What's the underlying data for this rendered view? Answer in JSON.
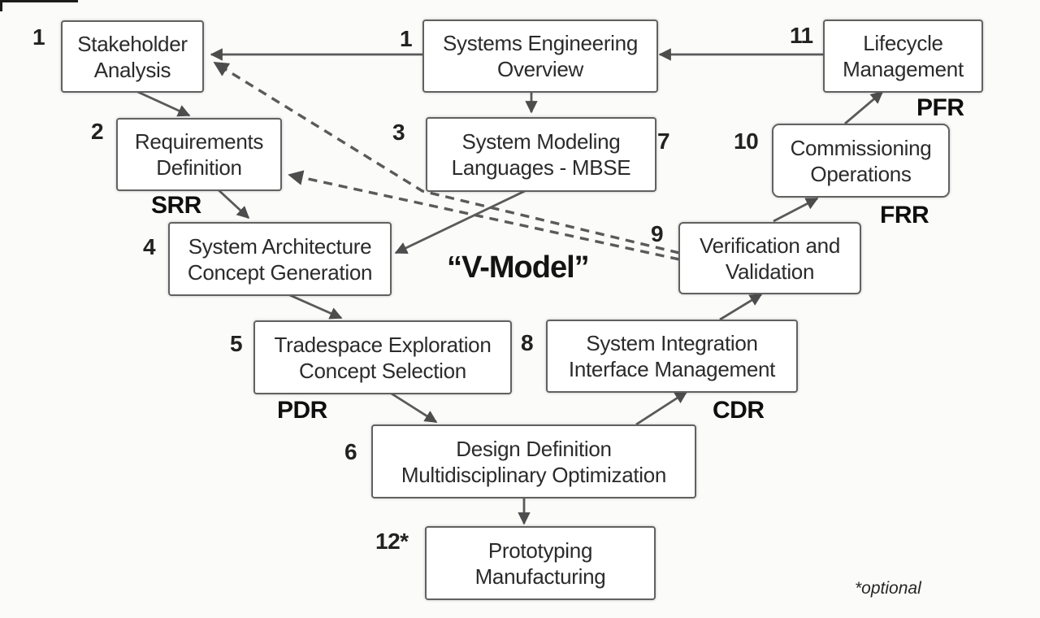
{
  "diagram": {
    "center_label": "“V-Model”",
    "footnote": "*optional"
  },
  "boxes": [
    {
      "number": "1",
      "line1": "Stakeholder",
      "line2": "Analysis"
    },
    {
      "number": "1",
      "line1": "Systems Engineering",
      "line2": "Overview"
    },
    {
      "number": "11",
      "line1": "Lifecycle",
      "line2": "Management"
    },
    {
      "number": "2",
      "line1": "Requirements",
      "line2": "Definition"
    },
    {
      "number": "3",
      "line1": "System Modeling",
      "line2": "Languages - MBSE",
      "number_right": "7"
    },
    {
      "number": "10",
      "line1": "Commissioning",
      "line2": "Operations"
    },
    {
      "number": "4",
      "line1": "System Architecture",
      "line2": "Concept Generation"
    },
    {
      "number": "9",
      "line1": "Verification and",
      "line2": "Validation"
    },
    {
      "number": "5",
      "line1": "Tradespace Exploration",
      "line2": "Concept Selection"
    },
    {
      "number": "8",
      "line1": "System Integration",
      "line2": "Interface Management"
    },
    {
      "number": "6",
      "line1": "Design Definition",
      "line2": "Multidisciplinary Optimization"
    },
    {
      "number": "12*",
      "line1": "Prototyping",
      "line2": "Manufacturing"
    }
  ],
  "milestones": [
    {
      "label": "SRR"
    },
    {
      "label": "PDR"
    },
    {
      "label": "CDR"
    },
    {
      "label": "FRR"
    },
    {
      "label": "PFR"
    }
  ],
  "colors": {
    "line": "#5a5a5a",
    "border": "#616161",
    "text": "#2b2b2b",
    "background": "#fbfbfa"
  }
}
